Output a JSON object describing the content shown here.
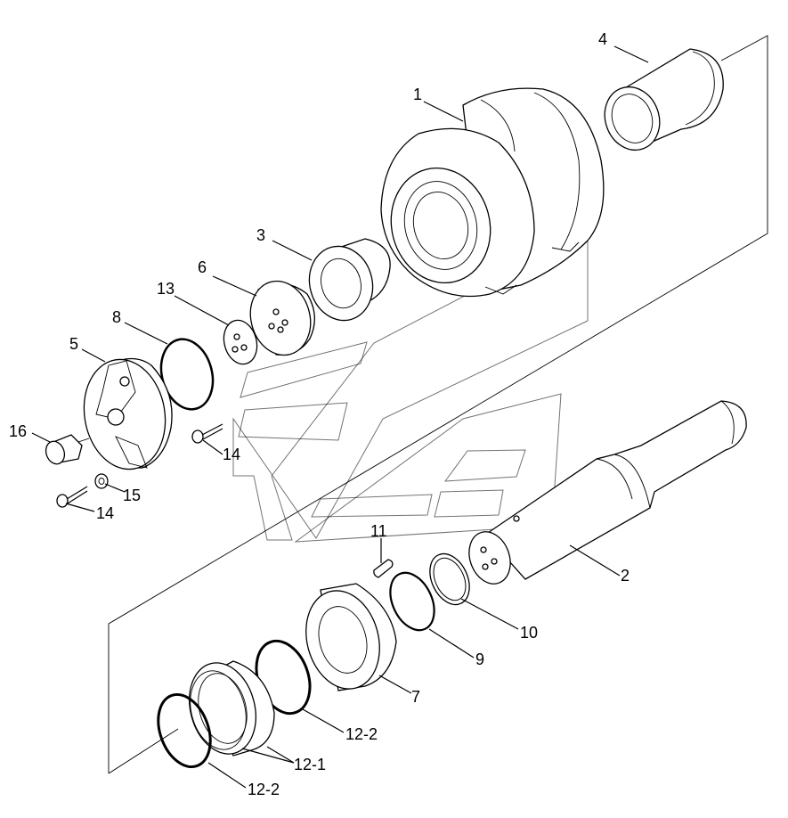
{
  "diagram": {
    "callouts": {
      "c1": "1",
      "c2": "2",
      "c3": "3",
      "c4": "4",
      "c5": "5",
      "c6": "6",
      "c7": "7",
      "c8": "8",
      "c9": "9",
      "c10": "10",
      "c11": "11",
      "c12_1": "12-1",
      "c12_2a": "12-2",
      "c12_2b": "12-2",
      "c13": "13",
      "c14a": "14",
      "c14b": "14",
      "c15": "15",
      "c16": "16"
    }
  }
}
